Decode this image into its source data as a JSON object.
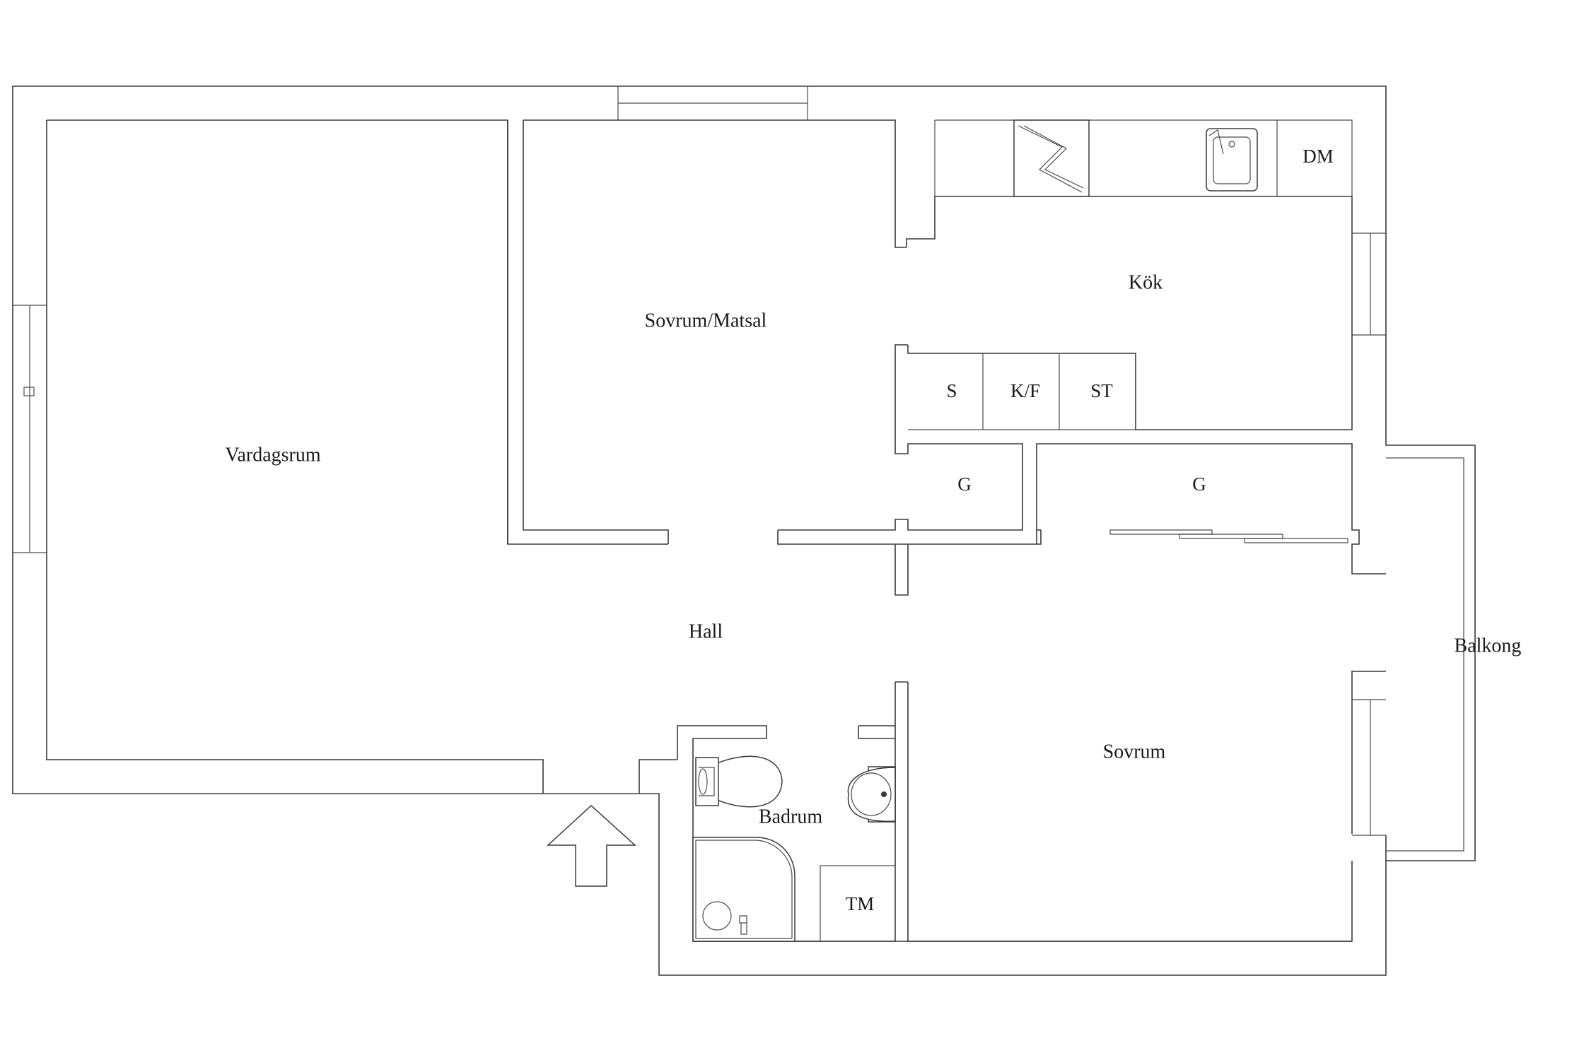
{
  "rooms": {
    "living": "Vardagsrum",
    "bed_dining": "Sovrum/Matsal",
    "kitchen": "Kök",
    "hall": "Hall",
    "bathroom": "Badrum",
    "bedroom": "Sovrum",
    "balcony": "Balkong"
  },
  "fixtures": {
    "dishwasher": "DM",
    "closet_s": "S",
    "fridge_freezer": "K/F",
    "closet_st": "ST",
    "wardrobe_small": "G",
    "wardrobe_large": "G",
    "washing_machine": "TM"
  },
  "icons": {
    "entrance": "entrance-arrow-icon",
    "stove": "stove-icon",
    "sink": "kitchen-sink-icon",
    "toilet": "toilet-icon",
    "basin": "wash-basin-icon",
    "shower": "shower-icon"
  },
  "colors": {
    "walls": "#3a3a3a",
    "background": "#ffffff"
  }
}
